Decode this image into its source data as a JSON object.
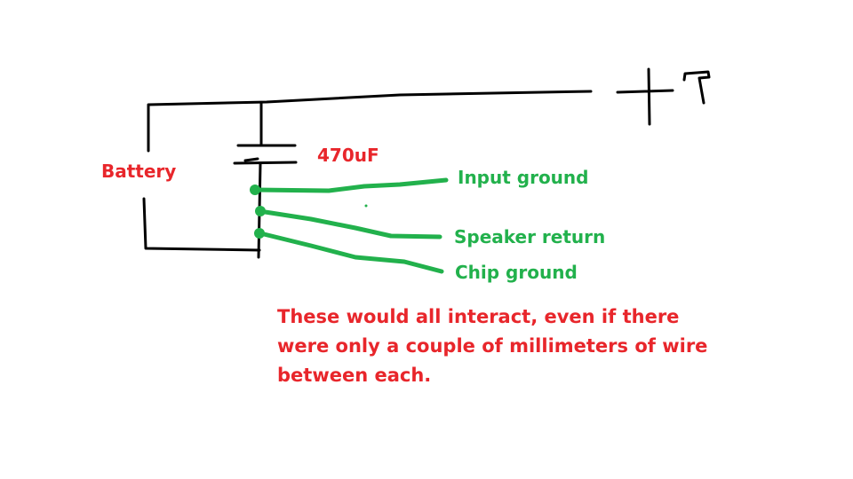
{
  "labels": {
    "battery": "Battery",
    "capacitor": "470uF",
    "input_ground": "Input ground",
    "speaker_return": "Speaker return",
    "chip_ground": "Chip ground"
  },
  "note": "These would all interact, even if there were only a couple of millimeters of wire between each.",
  "colors": {
    "wire": "#000000",
    "ground_wire": "#22b14c",
    "text_red": "#e8262b",
    "text_green": "#22b14c"
  }
}
